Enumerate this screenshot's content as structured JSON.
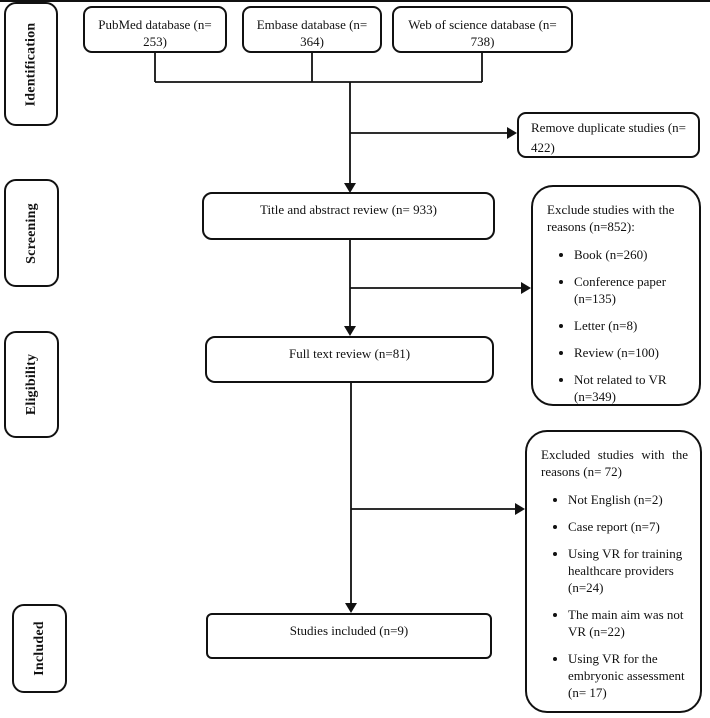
{
  "sidebar": {
    "stages": [
      {
        "label": "Identification"
      },
      {
        "label": "Screening"
      },
      {
        "label": "Eligibility"
      },
      {
        "label": "Included"
      }
    ]
  },
  "sources": [
    {
      "label": "PubMed database (n= 253)"
    },
    {
      "label": "Embase database (n= 364)"
    },
    {
      "label": "Web of science database (n= 738)"
    }
  ],
  "flow": {
    "duplicates": "Remove duplicate studies (n= 422)",
    "title_abstract": "Title and abstract review (n= 933)",
    "full_text": "Full text review (n=81)",
    "included": "Studies included (n=9)"
  },
  "exclusions": [
    {
      "heading": "Exclude studies with the reasons (n=852):",
      "items": [
        "Book (n=260)",
        "Conference paper (n=135)",
        "Letter (n=8)",
        "Review (n=100)",
        "Not related to VR (n=349)"
      ]
    },
    {
      "heading": "Excluded studies with the reasons (n= 72)",
      "items": [
        "Not English (n=2)",
        "Case report (n=7)",
        "Using VR for training healthcare providers (n=24)",
        "The main aim was not VR (n=22)",
        "Using VR for the embryonic assessment (n= 17)"
      ]
    }
  ],
  "colors": {
    "line": "#111111",
    "background": "#ffffff"
  }
}
